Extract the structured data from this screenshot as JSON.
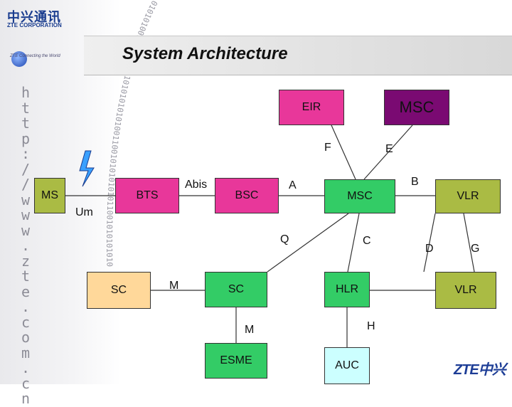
{
  "header": {
    "logo_cn": "中兴通讯",
    "logo_en": "ZTE CORPORATION",
    "tagline": "ZTE Connecting the World",
    "title": "System Architecture",
    "vertical_url": "http://www.zte.com.cn",
    "bottom_logo": "ZTE中兴"
  },
  "colors": {
    "pink": "#e8379a",
    "purple": "#7a0a72",
    "green": "#33cc66",
    "olive": "#aabb44",
    "tan": "#ffd89a",
    "light_blue": "#ccffff",
    "line": "#333333"
  },
  "nodes": {
    "ms": "MS",
    "bts": "BTS",
    "bsc": "BSC",
    "msc_center": "MSC",
    "vlr_top": "VLR",
    "eir": "EIR",
    "msc_top": "MSC",
    "sc_left": "SC",
    "sc_center": "SC",
    "hlr": "HLR",
    "vlr_bottom": "VLR",
    "esme": "ESME",
    "auc": "AUC"
  },
  "interfaces": {
    "um": "Um",
    "abis": "Abis",
    "a": "A",
    "b": "B",
    "e": "E",
    "f": "F",
    "q": "Q",
    "c": "C",
    "d": "D",
    "g": "G",
    "m_left": "M",
    "m_bottom": "M",
    "h": "H"
  },
  "decoration": {
    "binary_text": "0101010011001011010101010101001100101010101011001010101010"
  }
}
